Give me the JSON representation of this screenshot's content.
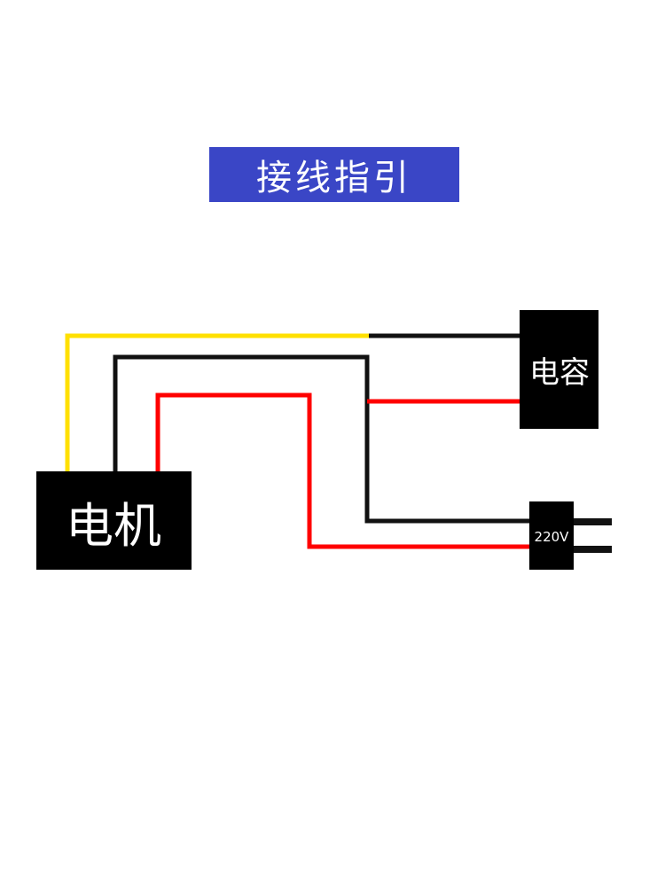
{
  "title": "接线指引",
  "components": {
    "motor": {
      "label": "电机"
    },
    "capacitor": {
      "label": "电容"
    },
    "plug": {
      "label": "220V"
    }
  },
  "colors": {
    "title_background": "#3a46c6",
    "wire_yellow": "#ffe000",
    "wire_black": "#111111",
    "wire_red": "#ff0000",
    "box": "#000000"
  }
}
